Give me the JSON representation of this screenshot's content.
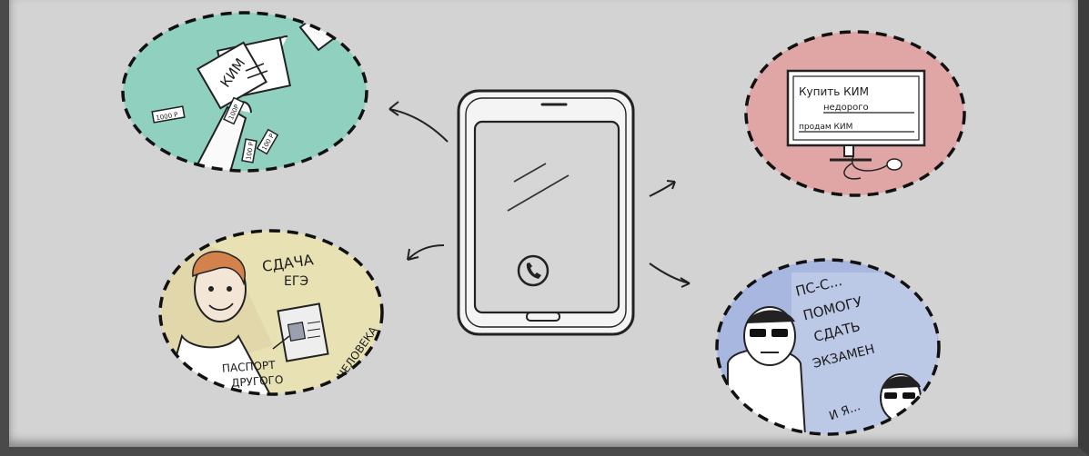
{
  "topleft": {
    "card_label": "КИМ",
    "money_1": "1000 Р",
    "money_2": "100Р",
    "money_3": "100 Р",
    "money_4": "100 Р"
  },
  "topright": {
    "line_1": "Купить КИМ",
    "line_2": "недорого",
    "line_3": "продам КИМ"
  },
  "bottomleft": {
    "title_1": "СДАЧА",
    "title_2": "ЕГЭ",
    "caption_1": "ПАСПОРТ",
    "caption_2": "ДРУГОГО",
    "caption_3": "ЧЕЛОВЕКА"
  },
  "bottomright": {
    "line_1": "ПС-С...",
    "line_2": "ПОМОГУ",
    "line_3": "СДАТЬ",
    "line_4": "ЭКЗАМЕН",
    "reply": "И Я..."
  },
  "icons": {
    "center": "phone-handset-icon"
  }
}
